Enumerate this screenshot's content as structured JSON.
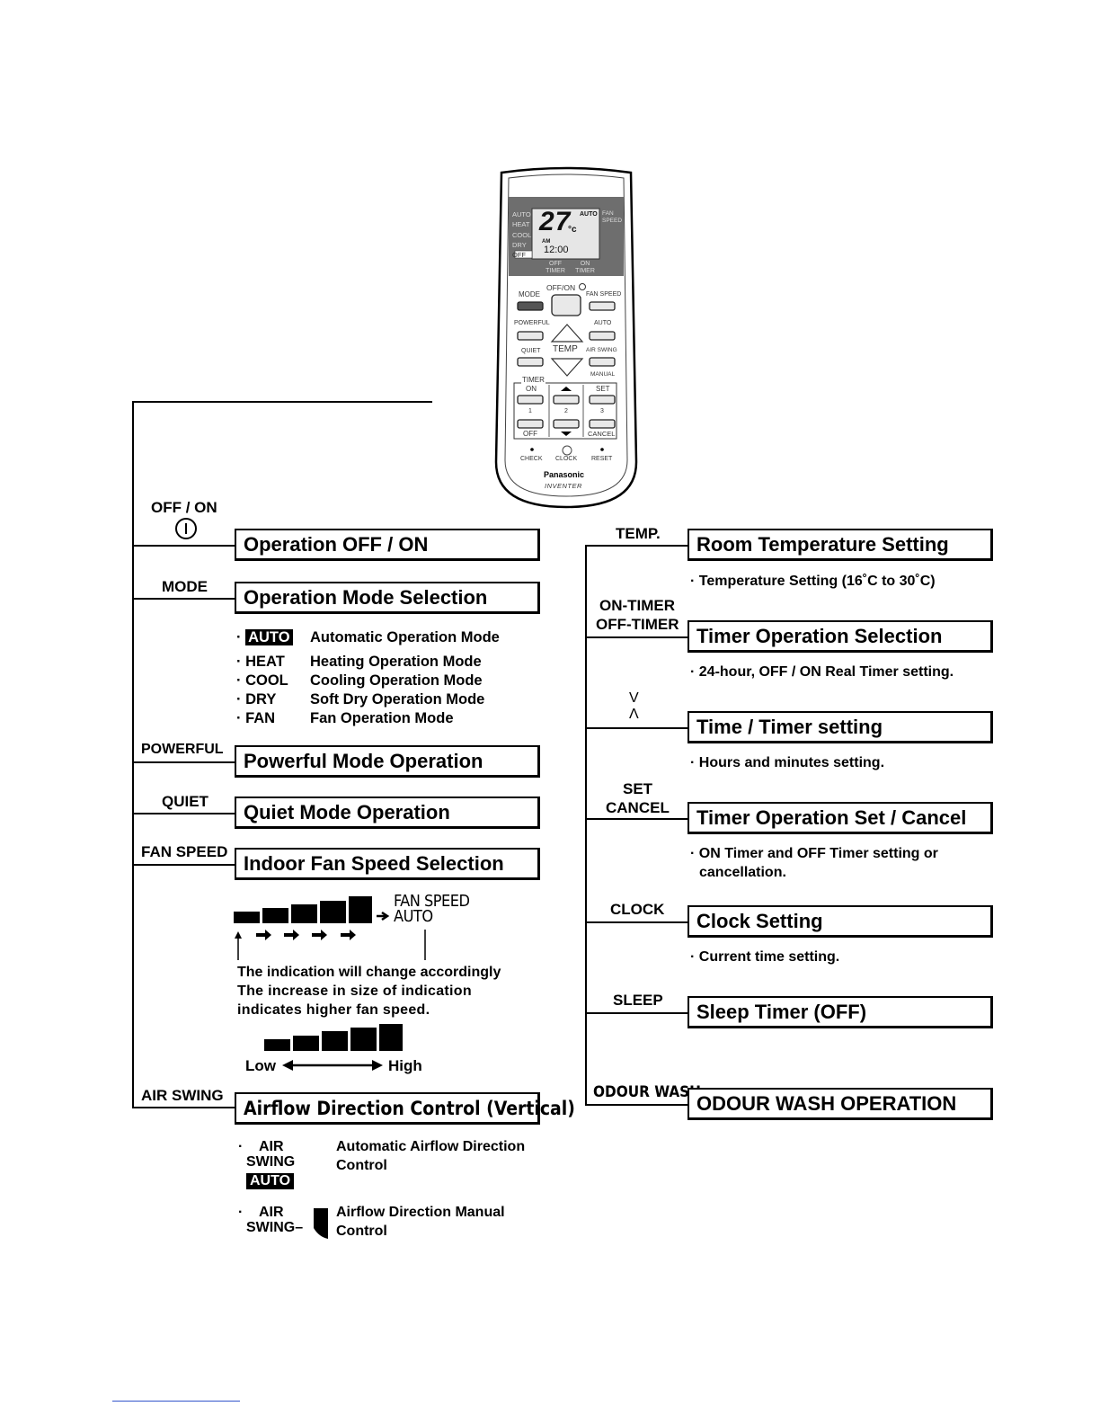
{
  "remote": {
    "display": {
      "modes": [
        "AUTO",
        "HEAT",
        "COOL",
        "DRY",
        "OFF"
      ],
      "temperature": "27",
      "temp_unit": "°c",
      "auto_badge": "AUTO",
      "fan_speed_label": "FAN SPEED",
      "am": "AM",
      "clock": "12:00",
      "off_timer": "OFF TIMER",
      "on_timer": "ON TIMER"
    },
    "buttons": {
      "off_on": "OFF/ON",
      "mode": "MODE",
      "fan_speed": "FAN SPEED",
      "powerful": "POWERFUL",
      "auto": "AUTO",
      "quiet": "QUIET",
      "temp": "TEMP",
      "air_swing": "AIR SWING",
      "manual": "MANUAL",
      "timer": "TIMER",
      "on": "ON",
      "set": "SET",
      "one": "1",
      "two": "2",
      "three": "3",
      "off": "OFF",
      "cancel": "CANCEL",
      "check": "CHECK",
      "clock": "CLOCK",
      "reset": "RESET"
    },
    "brand": "Panasonic",
    "sub_brand": "INVENTER"
  },
  "left": {
    "off_on": {
      "label": "OFF / ON",
      "box": "Operation OFF / ON"
    },
    "mode": {
      "label": "MODE",
      "box": "Operation Mode Selection",
      "items": [
        {
          "key": "AUTO",
          "desc": "Automatic Operation Mode"
        },
        {
          "key": "HEAT",
          "desc": "Heating Operation Mode"
        },
        {
          "key": "COOL",
          "desc": "Cooling Operation Mode"
        },
        {
          "key": "DRY",
          "desc": "Soft Dry Operation Mode"
        },
        {
          "key": "FAN",
          "desc": "Fan Operation Mode"
        }
      ]
    },
    "powerful": {
      "label": "POWERFUL",
      "box": "Powerful Mode Operation"
    },
    "quiet": {
      "label": "QUIET",
      "box": "Quiet Mode Operation"
    },
    "fan_speed": {
      "label": "FAN SPEED",
      "box": "Indoor Fan Speed Selection",
      "fan_label_1": "FAN SPEED",
      "fan_label_2": "AUTO",
      "note_1": "The indication will change accordingly",
      "note_2": "The increase in size of indication",
      "note_3": "indicates higher fan speed.",
      "low": "Low",
      "high": "High"
    },
    "air_swing": {
      "label": "AIR SWING",
      "box": "Airflow Direction Control (Vertical)",
      "auto_k1": "AIR",
      "auto_k2": "SWING",
      "auto_k3": "AUTO",
      "auto_desc_1": "Automatic Airflow Direction",
      "auto_desc_2": "Control",
      "man_k1": "AIR",
      "man_k2": "SWING–",
      "man_desc_1": "Airflow Direction Manual",
      "man_desc_2": "Control"
    }
  },
  "right": {
    "temp": {
      "label": "TEMP.",
      "box": "Room Temperature Setting",
      "note": "Temperature Setting (16˚C to 30˚C)"
    },
    "timer": {
      "label_1": "ON-TIMER",
      "label_2": "OFF-TIMER",
      "box": "Timer Operation Selection",
      "note": "24-hour, OFF / ON Real Timer setting."
    },
    "time": {
      "label_1": "V",
      "label_2": "Λ",
      "box": "Time / Timer setting",
      "note": "Hours and minutes setting."
    },
    "set_cancel": {
      "label_1": "SET",
      "label_2": "CANCEL",
      "box": "Timer Operation Set / Cancel",
      "note_1": "ON Timer and OFF Timer setting or",
      "note_2": "cancellation."
    },
    "clock": {
      "label": "CLOCK",
      "box": "Clock Setting",
      "note": "Current time setting."
    },
    "sleep": {
      "label": "SLEEP",
      "box": "Sleep Timer (OFF)"
    },
    "odour": {
      "label": "ODOUR WASH",
      "box": "ODOUR WASH OPERATION"
    }
  }
}
